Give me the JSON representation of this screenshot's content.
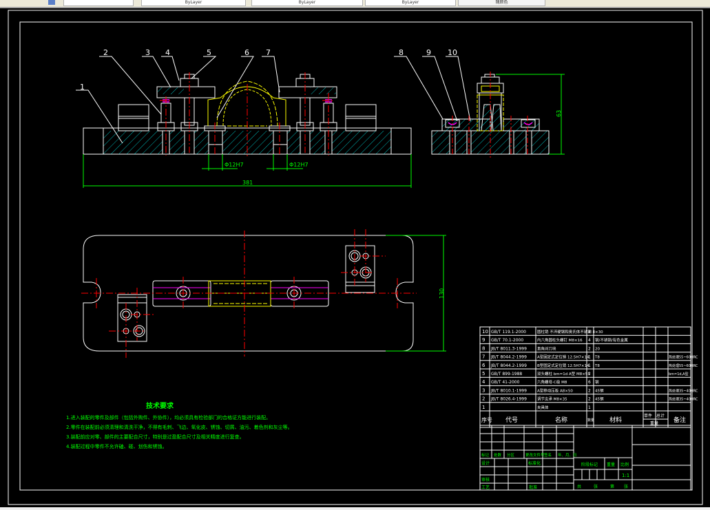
{
  "toolbar": {
    "tabs": [
      {
        "label": "ByLayer"
      },
      {
        "label": "ByLayer"
      },
      {
        "label": "ByLayer"
      },
      {
        "label": "随颜色"
      }
    ]
  },
  "drawing": {
    "colors": {
      "background": "#000000",
      "outline": "#ffffff",
      "hatch": "#00e5e5",
      "centerline": "#ff0000",
      "dimension": "#00ff00",
      "workpiece": "#ffff00",
      "spring": "#ff00ff"
    },
    "balloons": [
      "1",
      "2",
      "3",
      "4",
      "5",
      "6",
      "7",
      "8",
      "9",
      "10"
    ],
    "dimensions": {
      "front_overall": "381",
      "hole_left": "Φ12H7",
      "hole_right": "Φ12H7",
      "side_height": "63",
      "top_width": "130"
    },
    "tech_requirements": {
      "title": "技术要求",
      "lines": [
        "1.进入装配的零件及部件（包括外购件、外协件），均必须具有检验部门的合格证方能进行装配。",
        "2.零件在装配前必须清理和清洗干净，不得有毛刺、飞边、氧化皮、锈蚀、切屑、油污、着色剂和灰尘等。",
        "3.装配前应对零、部件的主要配合尺寸，特别是过盈配合尺寸及相关精度进行复查。",
        "4.装配过程中零件不允许磕、碰、划伤和锈蚀。"
      ]
    },
    "bom": {
      "headers": {
        "no": "序号",
        "code": "代号",
        "name": "名称",
        "qty": "数量",
        "material": "材料",
        "unit_weight": "单件",
        "total_weight": "总计",
        "weight": "重量",
        "remark": "备注"
      },
      "rows": [
        {
          "no": "10",
          "code": "GB/T 119.1-2000",
          "name": "圆柱销 不淬硬钢和奥氏体不锈钢 8×30",
          "qty": "4",
          "material": "",
          "remark": ""
        },
        {
          "no": "9",
          "code": "GB/T 70.1-2000",
          "name": "内六角圆柱头螺钉 M8×16",
          "qty": "4",
          "material": "钢/不锈钢/有色金属",
          "remark": ""
        },
        {
          "no": "8",
          "code": "JB/T 8011.3-1999",
          "name": "直角对刀块",
          "qty": "2",
          "material": "20",
          "remark": ""
        },
        {
          "no": "7",
          "code": "JB/T 8044.2-1999",
          "name": "A型固定式定位销 12.5H7×14",
          "qty": "1",
          "material": "T8",
          "remark": "热处理55~60HRC"
        },
        {
          "no": "6",
          "code": "JB/T 8044.2-1999",
          "name": "B型固定式定位销 12.5H7×14",
          "qty": "1",
          "material": "T8",
          "remark": "热处理55~60HRC"
        },
        {
          "no": "5",
          "code": "GB/T 899-1988",
          "name": "双头螺柱 bm=1d A型 M8×55",
          "qty": "2",
          "material": "",
          "remark": "bm=1d,A型"
        },
        {
          "no": "4",
          "code": "GB/T 41-2000",
          "name": "六角螺母-C级 M8",
          "qty": "6",
          "material": "钢",
          "remark": ""
        },
        {
          "no": "3",
          "code": "JB/T 8010.1-1999",
          "name": "A型移动压板 A8×50",
          "qty": "2",
          "material": "45钢",
          "remark": "热处理35~40HRC"
        },
        {
          "no": "2",
          "code": "JB/T 8026.4-1999",
          "name": "调节支承 M8×35",
          "qty": "2",
          "material": "45钢",
          "remark": "热处理35~40HRC"
        },
        {
          "no": "1",
          "code": "",
          "name": "夹具体",
          "qty": "1",
          "material": "",
          "remark": ""
        }
      ]
    },
    "title_block": {
      "row_labels": [
        "标记",
        "处数",
        "分区",
        "更改文件号",
        "签名",
        "年、月、日"
      ],
      "design": "设计",
      "standardization": "标准化",
      "review": "审核",
      "process": "工艺",
      "approve": "批准",
      "stage_mark": "阶段标记",
      "weight": "重量",
      "scale": "比例",
      "scale_value": "1:1",
      "sheets": [
        "共",
        "张",
        "第",
        "张"
      ]
    }
  }
}
